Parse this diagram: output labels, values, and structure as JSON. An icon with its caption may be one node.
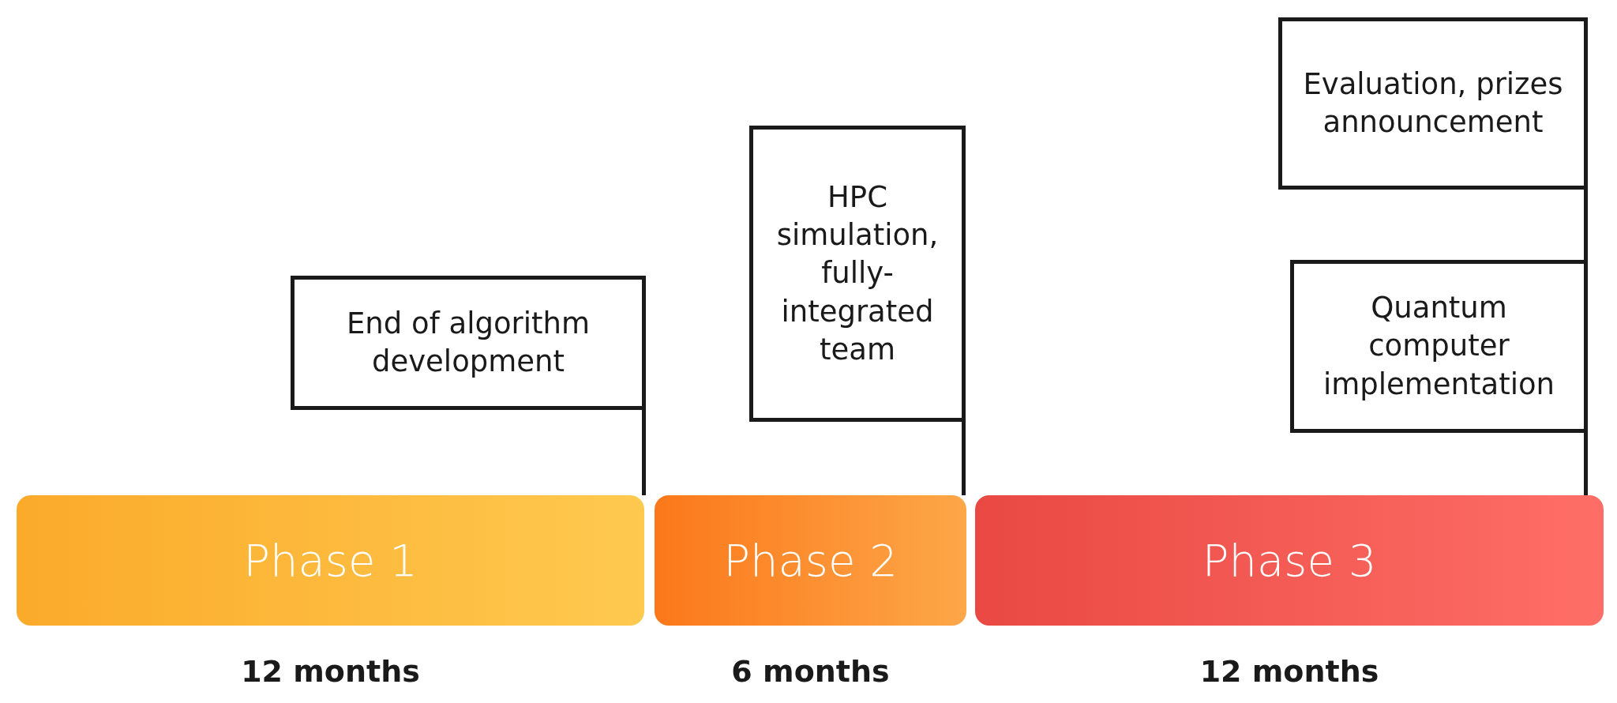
{
  "diagram": {
    "nodes": [
      {
        "text": [
          "End of algorithm development"
        ]
      },
      {
        "text": [
          "HPC simulation, fully-integrated team"
        ]
      },
      {
        "text": [
          "Evaluation, prizes announcement"
        ]
      },
      {
        "text": [
          "Quantum computer implementation"
        ]
      },
      {
        "text": [
          "Phase 1"
        ],
        "beside": [
          "12 months"
        ]
      },
      {
        "text": [
          "Phase 2"
        ],
        "beside": [
          "6 months"
        ]
      },
      {
        "text": [
          "Phase 3"
        ],
        "beside": [
          "12 months"
        ]
      }
    ],
    "edges": [
      {
        "from": 0,
        "to": 4,
        "arrow": "none"
      },
      {
        "from": 1,
        "to": 5,
        "arrow": "none"
      },
      {
        "from": 2,
        "to": 3,
        "arrow": "none"
      },
      {
        "from": 3,
        "to": 6,
        "arrow": "none"
      }
    ]
  }
}
